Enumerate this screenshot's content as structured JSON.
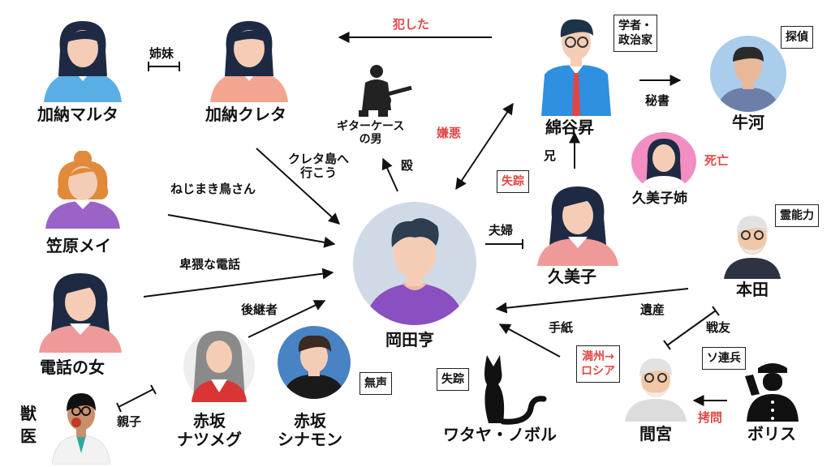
{
  "characters": {
    "okada": "岡田亨",
    "kumiko": "久美子",
    "wataya": "綿谷昇",
    "kumiko_sister": "久美子姉",
    "ushikawa": "牛河",
    "honda": "本田",
    "mamiya": "間宮",
    "boris": "ボリス",
    "cat": "ワタヤ・ノボル",
    "cinnamon_line1": "赤坂",
    "cinnamon_line2": "シナモン",
    "nutmeg_line1": "赤坂",
    "nutmeg_line2": "ナツメグ",
    "vet_line1": "獣",
    "vet_line2": "医",
    "phone_woman": "電話の女",
    "may": "笠原メイ",
    "malta": "加納マルタ",
    "creta": "加納クレタ",
    "guitar_line1": "ギターケース",
    "guitar_line2": "の男"
  },
  "relations": {
    "sisters": "姉妹",
    "committed": "犯した",
    "lets_go_crete_1": "クレタ島へ",
    "lets_go_crete_2": "行こう",
    "hit": "殴",
    "disgust": "嫌悪",
    "brother": "兄",
    "secretary": "秘書",
    "couple": "夫婦",
    "wind_up_bird": "ねじまき鳥さん",
    "obscene_call": "卑猥な電話",
    "successor": "後継者",
    "parent_child": "親子",
    "inheritance": "遺産",
    "comrades": "戦友",
    "letter": "手紙",
    "torture": "拷問"
  },
  "tags": {
    "scholar_1": "学者・",
    "scholar_2": "政治家",
    "detective": "探偵",
    "dead": "死亡",
    "missing_kumiko": "失踪",
    "psychic": "霊能力",
    "silent": "無声",
    "missing_cat": "失踪",
    "manchuria_1": "満州→",
    "manchuria_2": "ロシア",
    "soviet": "ソ連兵"
  },
  "colors": {
    "accent_red": "#e04848",
    "ink": "#111111",
    "okada_shirt": "#8a4fc0",
    "okada_bg": "#cfdae6"
  }
}
